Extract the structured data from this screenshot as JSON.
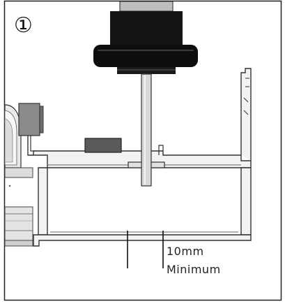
{
  "step_badge": "①",
  "callout": {
    "line1": "10mm",
    "line2": "Minimum"
  },
  "colors": {
    "frame_border": "#222222",
    "motor_black": "#141414",
    "shaft_grey": "#d8d8d8",
    "profile_fill": "#f2f2f2",
    "profile_stroke": "#333333",
    "block_dark": "#5a5a5a",
    "bracket_grey": "#8a8a8a"
  },
  "icons": [
    "circled-one-icon",
    "dimension-marker-icon"
  ]
}
